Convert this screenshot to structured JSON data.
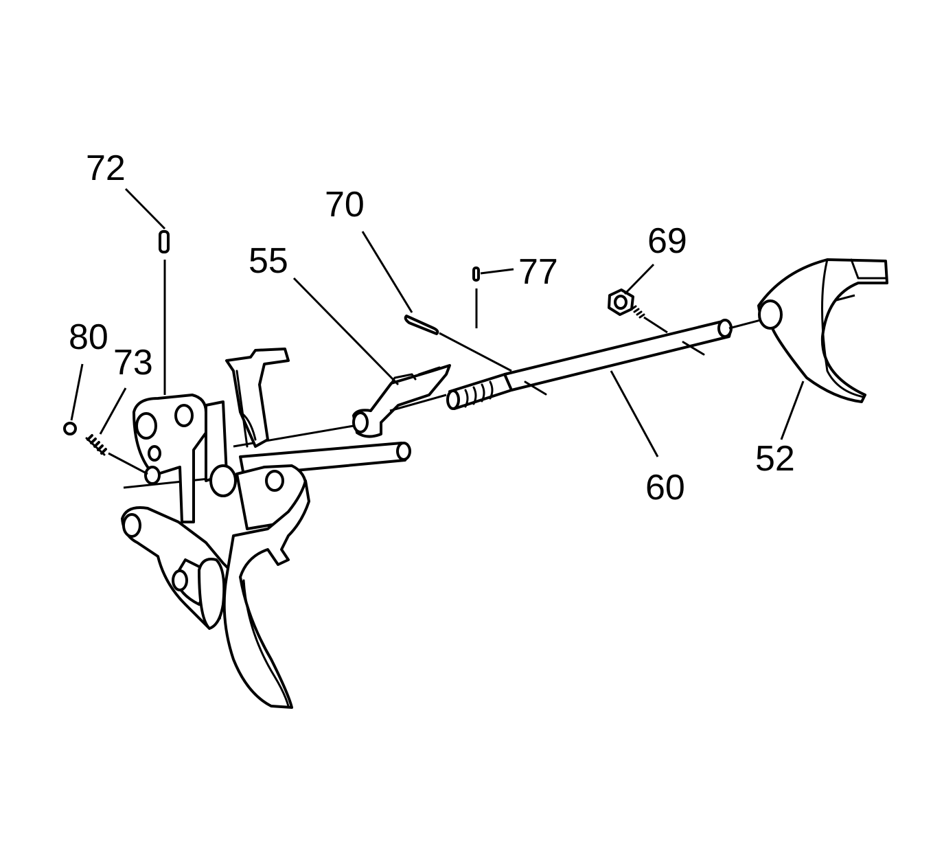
{
  "diagram": {
    "callouts": [
      {
        "id": "c72",
        "label": "72"
      },
      {
        "id": "c70",
        "label": "70"
      },
      {
        "id": "c69",
        "label": "69"
      },
      {
        "id": "c55",
        "label": "55"
      },
      {
        "id": "c77",
        "label": "77"
      },
      {
        "id": "c80",
        "label": "80"
      },
      {
        "id": "c73",
        "label": "73"
      },
      {
        "id": "c52",
        "label": "52"
      },
      {
        "id": "c60",
        "label": "60"
      }
    ]
  },
  "style": {
    "ink_color": "#000000",
    "background": "#ffffff"
  }
}
